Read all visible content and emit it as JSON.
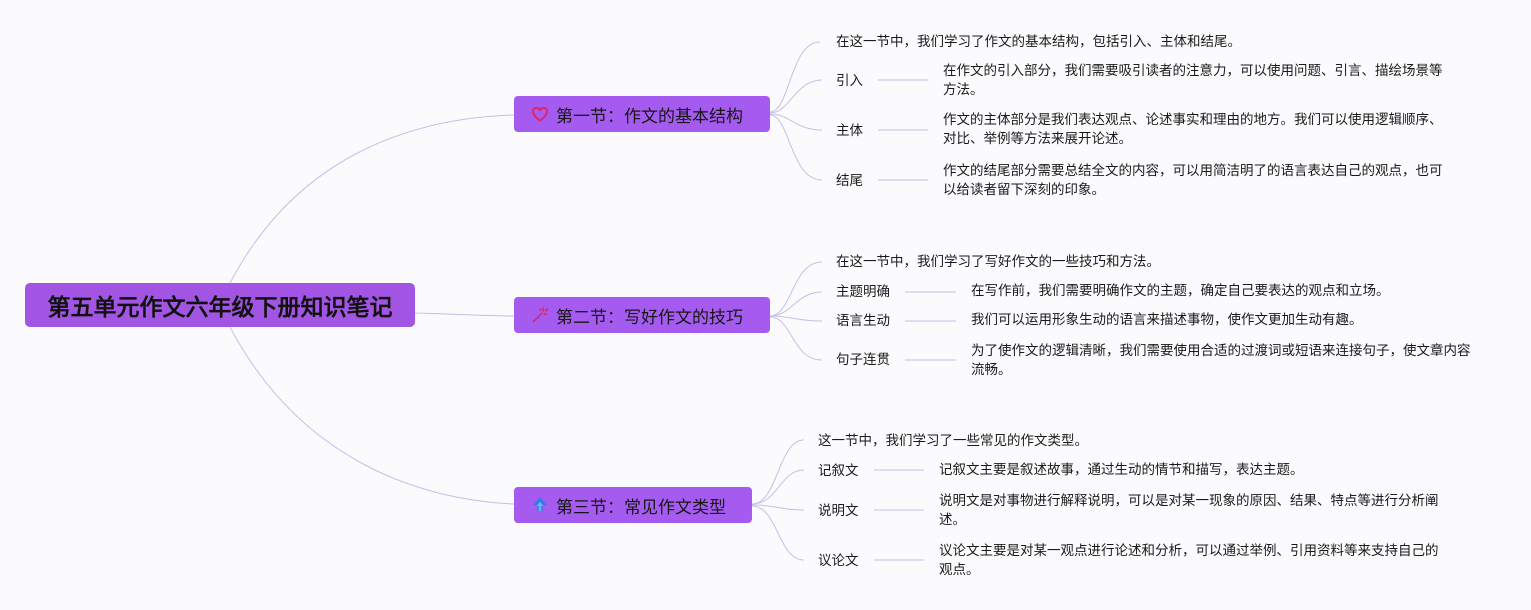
{
  "root": {
    "title": "第五单元作文六年级下册知识笔记"
  },
  "sections": [
    {
      "title": "第一节：作文的基本结构",
      "icon": "heart-icon",
      "summary": "在这一节中，我们学习了作文的基本结构，包括引入、主体和结尾。",
      "items": [
        {
          "label": "引入",
          "desc": "在作文的引入部分，我们需要吸引读者的注意力，可以使用问题、引言、描绘场景等方法。"
        },
        {
          "label": "主体",
          "desc": "作文的主体部分是我们表达观点、论述事实和理由的地方。我们可以使用逻辑顺序、对比、举例等方法来展开论述。"
        },
        {
          "label": "结尾",
          "desc": "作文的结尾部分需要总结全文的内容，可以用简洁明了的语言表达自己的观点，也可以给读者留下深刻的印象。"
        }
      ]
    },
    {
      "title": "第二节：写好作文的技巧",
      "icon": "magic-wand-icon",
      "summary": "在这一节中，我们学习了写好作文的一些技巧和方法。",
      "items": [
        {
          "label": "主题明确",
          "desc": "在写作前，我们需要明确作文的主题，确定自己要表达的观点和立场。"
        },
        {
          "label": "语言生动",
          "desc": "我们可以运用形象生动的语言来描述事物，使作文更加生动有趣。"
        },
        {
          "label": "句子连贯",
          "desc": "为了使作文的逻辑清晰，我们需要使用合适的过渡词或短语来连接句子，使文章内容流畅。"
        }
      ]
    },
    {
      "title": "第三节：常见作文类型",
      "icon": "cloud-upload-icon",
      "summary": "这一节中，我们学习了一些常见的作文类型。",
      "items": [
        {
          "label": "记叙文",
          "desc": "记叙文主要是叙述故事，通过生动的情节和描写，表达主题。"
        },
        {
          "label": "说明文",
          "desc": "说明文是对事物进行解释说明，可以是对某一现象的原因、结果、特点等进行分析阐述。"
        },
        {
          "label": "议论文",
          "desc": "议论文主要是对某一观点进行论述和分析，可以通过举例、引用资料等来支持自己的观点。"
        }
      ]
    }
  ],
  "colors": {
    "root_bg": "#a255e3",
    "section_bg": "#a65bf0",
    "line": "#c9bde6",
    "heart": "#e0245e",
    "wand": "#e0245e",
    "cloud": "#2a7de1"
  }
}
